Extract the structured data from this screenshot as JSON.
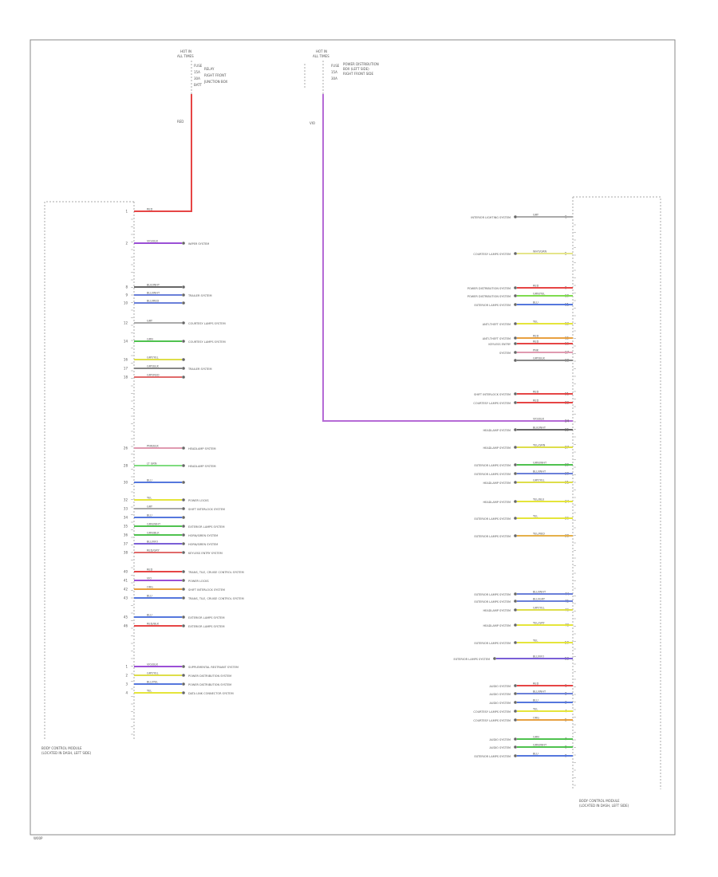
{
  "diagram": {
    "top_left_source": {
      "header": [
        "HOT IN",
        "ALL TIMES"
      ],
      "fuse_lines": [
        "FUSE",
        "15A",
        "30A",
        "BATT"
      ],
      "desc_lines": [
        "RELAY",
        "RIGHT FRONT",
        "JUNCTION BOX"
      ],
      "wire_color": "RED"
    },
    "top_mid_source": {
      "header": [
        "HOT IN",
        "ALL TIMES"
      ],
      "fuse_lines": [
        "FUSE",
        "15A",
        "30A"
      ],
      "desc_lines": [
        "POWER DISTRIBUTION",
        "BOX (LEFT SIDE)",
        "RIGHT FRONT SIDE"
      ],
      "wire_color": "VIO"
    },
    "left_module": {
      "label_lines": [
        "BODY CONTROL MODULE",
        "(LOCATED IN DASH, LEFT SIDE)"
      ],
      "wires": [
        {
          "pin": "1",
          "color": "RED",
          "hex": "#e64545",
          "dest": ""
        },
        {
          "pin": "2",
          "color": "VIO/BLK",
          "hex": "#9b4fd6",
          "dest": "WIPER SYSTEM"
        },
        {
          "pin": "8",
          "color": "BLK/WHT",
          "hex": "#666666",
          "dest": ""
        },
        {
          "pin": "9",
          "color": "BLU/WHT",
          "hex": "#6a7fd9",
          "dest": "TRAILER SYSTEM"
        },
        {
          "pin": "10",
          "color": "BLU/RED",
          "hex": "#6a7fd9",
          "dest": ""
        },
        {
          "pin": "12",
          "color": "GRY",
          "hex": "#aaaaaa",
          "dest": "COURTESY LAMPS SYSTEM"
        },
        {
          "pin": "14",
          "color": "GRN",
          "hex": "#4fc24f",
          "dest": "COURTESY LAMPS SYSTEM"
        },
        {
          "pin": "16",
          "color": "GRY/YEL",
          "hex": "#dede4a",
          "dest": ""
        },
        {
          "pin": "17",
          "color": "GRY/BLK",
          "hex": "#888888",
          "dest": "TRAILER SYSTEM"
        },
        {
          "pin": "18",
          "color": "GRY/RED",
          "hex": "#e06a6a",
          "dest": ""
        },
        {
          "pin": "26",
          "color": "PNK/BLK",
          "hex": "#e09ab0",
          "dest": "HEADLAMP SYSTEM"
        },
        {
          "pin": "28",
          "color": "LT GRN",
          "hex": "#7fdc7f",
          "dest": "HEADLAMP SYSTEM"
        },
        {
          "pin": "30",
          "color": "BLU",
          "hex": "#5577dd",
          "dest": ""
        },
        {
          "pin": "32",
          "color": "YEL",
          "hex": "#e5e53a",
          "dest": "POWER LOCKS"
        },
        {
          "pin": "33",
          "color": "GRY",
          "hex": "#aaaaaa",
          "dest": "SHIFT INTERLOCK SYSTEM"
        },
        {
          "pin": "34",
          "color": "BLU",
          "hex": "#5577dd",
          "dest": ""
        },
        {
          "pin": "35",
          "color": "GRN/WHT",
          "hex": "#4fc24f",
          "dest": "EXTERIOR LAMPS SYSTEM"
        },
        {
          "pin": "36",
          "color": "GRN/BLK",
          "hex": "#4fc24f",
          "dest": "HORN/SIREN SYSTEM"
        },
        {
          "pin": "37",
          "color": "BLU/VIO",
          "hex": "#7a5fd6",
          "dest": "HORN/SIREN SYSTEM"
        },
        {
          "pin": "38",
          "color": "RED/GRY",
          "hex": "#e06a6a",
          "dest": "KEYLESS ENTRY SYSTEM"
        },
        {
          "pin": "40",
          "color": "RED",
          "hex": "#e64545",
          "dest": "TRANS, TILE, CRUISE CONTROL SYSTEM"
        },
        {
          "pin": "41",
          "color": "VIO",
          "hex": "#9b4fd6",
          "dest": "POWER LOCKS"
        },
        {
          "pin": "42",
          "color": "ORG",
          "hex": "#e8a040",
          "dest": "SHIFT INTERLOCK SYSTEM"
        },
        {
          "pin": "43",
          "color": "BLU",
          "hex": "#5577dd",
          "dest": "TRANS, TILE, CRUISE CONTROL SYSTEM"
        },
        {
          "pin": "45",
          "color": "BLU",
          "hex": "#5577dd",
          "dest": "EXTERIOR LAMPS SYSTEM"
        },
        {
          "pin": "46",
          "color": "RED/BLK",
          "hex": "#e64545",
          "dest": "EXTERIOR LAMPS SYSTEM"
        },
        {
          "pin": "1",
          "color": "VIO/BLK",
          "hex": "#9b4fd6",
          "dest": "SUPPLEMENTAL RESTRAINT SYSTEM"
        },
        {
          "pin": "2",
          "color": "GRY/YEL",
          "hex": "#dede4a",
          "dest": "POWER DISTRIBUTION SYSTEM"
        },
        {
          "pin": "3",
          "color": "BLU/YEL",
          "hex": "#5577dd",
          "dest": "POWER DISTRIBUTION SYSTEM"
        },
        {
          "pin": "4",
          "color": "YEL",
          "hex": "#e5e53a",
          "dest": "DATA LINK CONNECTOR SYSTEM"
        }
      ]
    },
    "right_module": {
      "label_lines": [
        "BODY CONTROL MODULE",
        "(LOCATED IN DASH, LEFT SIDE)"
      ],
      "wires": [
        {
          "pin": "1",
          "color": "GRY",
          "hex": "#aaaaaa",
          "dest": "INTERIOR LIGHTING SYSTEM"
        },
        {
          "pin": "5",
          "color": "WHT/GRN",
          "hex": "#e5e58a",
          "dest": "COURTESY LAMPS SYSTEM"
        },
        {
          "pin": "9",
          "color": "RED",
          "hex": "#e64545",
          "dest": "POWER DISTRIBUTION SYSTEM"
        },
        {
          "pin": "10",
          "color": "GRN/YEL",
          "hex": "#7fdc4f",
          "dest": "POWER DISTRIBUTION SYSTEM"
        },
        {
          "pin": "11",
          "color": "BLU",
          "hex": "#5577dd",
          "dest": "EXTERIOR LAMPS SYSTEM"
        },
        {
          "pin": "13",
          "color": "YEL",
          "hex": "#e5e53a",
          "dest": "ANTI-THEFT SYSTEM"
        },
        {
          "pin": "15",
          "color": "RED",
          "hex": "#e8a040",
          "dest": "ANTI-THEFT SYSTEM"
        },
        {
          "pin": "16",
          "color": "RED",
          "hex": "#e64545",
          "dest": "KEYLESS ENTRY"
        },
        {
          "pin": "17",
          "color": "PNK",
          "hex": "#e09ab0",
          "dest": "SYSTEM"
        },
        {
          "pin": "18",
          "color": "GRY/BLK",
          "hex": "#888888",
          "dest": ""
        },
        {
          "pin": "21",
          "color": "RED",
          "hex": "#e64545",
          "dest": "SHIFT INTERLOCK SYSTEM"
        },
        {
          "pin": "22",
          "color": "RED",
          "hex": "#e64545",
          "dest": "COURTESY LAMPS SYSTEM"
        },
        {
          "pin": "24",
          "color": "VIO/BLK",
          "hex": "#9b4fd6",
          "dest": ""
        },
        {
          "pin": "25",
          "color": "BLK/WHT",
          "hex": "#666666",
          "dest": "HEADLAMP SYSTEM"
        },
        {
          "pin": "27",
          "color": "YEL/GRN",
          "hex": "#dede4a",
          "dest": "HEADLAMP SYSTEM"
        },
        {
          "pin": "29",
          "color": "GRN/WHT",
          "hex": "#4fc24f",
          "dest": "EXTERIOR LAMPS SYSTEM"
        },
        {
          "pin": "30",
          "color": "BLU/WHT",
          "hex": "#6a7fd9",
          "dest": "EXTERIOR LAMPS SYSTEM"
        },
        {
          "pin": "31",
          "color": "GRY/YEL",
          "hex": "#dede4a",
          "dest": "HEADLAMP SYSTEM"
        },
        {
          "pin": "34",
          "color": "YEL/BLU",
          "hex": "#e5e53a",
          "dest": "HEADLAMP SYSTEM"
        },
        {
          "pin": "36",
          "color": "YEL",
          "hex": "#e5e53a",
          "dest": "EXTERIOR LAMPS SYSTEM"
        },
        {
          "pin": "38",
          "color": "YEL/RED",
          "hex": "#e5b04a",
          "dest": "EXTERIOR LAMPS SYSTEM"
        },
        {
          "pin": "44",
          "color": "BLU/WHT",
          "hex": "#6a7fd9",
          "dest": "EXTERIOR LAMPS SYSTEM"
        },
        {
          "pin": "45",
          "color": "BLU/GRY",
          "hex": "#6a7fd9",
          "dest": "EXTERIOR LAMPS SYSTEM"
        },
        {
          "pin": "46",
          "color": "GRY/YEL",
          "hex": "#dede4a",
          "dest": "HEADLAMP SYSTEM"
        },
        {
          "pin": "48",
          "color": "YEL/GRY",
          "hex": "#e5e53a",
          "dest": "HEADLAMP SYSTEM"
        },
        {
          "pin": "50",
          "color": "YEL",
          "hex": "#e5e53a",
          "dest": "EXTERIOR LAMPS SYSTEM"
        },
        {
          "pin": "52",
          "color": "BLU/VIO",
          "hex": "#7a5fd6",
          "dest": "EXTERIOR LAMPS SYSTEM"
        },
        {
          "pin": "1",
          "color": "RED",
          "hex": "#e64545",
          "dest": "AUDIO SYSTEM"
        },
        {
          "pin": "2",
          "color": "BLU/WHT",
          "hex": "#6a7fd9",
          "dest": "AUDIO SYSTEM"
        },
        {
          "pin": "3",
          "color": "BLU",
          "hex": "#5577dd",
          "dest": "AUDIO SYSTEM"
        },
        {
          "pin": "4",
          "color": "YEL",
          "hex": "#e5e53a",
          "dest": "COURTESY LAMPS SYSTEM"
        },
        {
          "pin": "5",
          "color": "ORG",
          "hex": "#e8a040",
          "dest": "COURTESY LAMPS SYSTEM"
        },
        {
          "pin": "7",
          "color": "GRN",
          "hex": "#4fc24f",
          "dest": "AUDIO SYSTEM"
        },
        {
          "pin": "8",
          "color": "GRN/WHT",
          "hex": "#4fc24f",
          "dest": "AUDIO SYSTEM"
        },
        {
          "pin": "9",
          "color": "BLU",
          "hex": "#5577dd",
          "dest": "EXTERIOR LAMPS SYSTEM"
        }
      ]
    },
    "footer_code": "W00P"
  }
}
